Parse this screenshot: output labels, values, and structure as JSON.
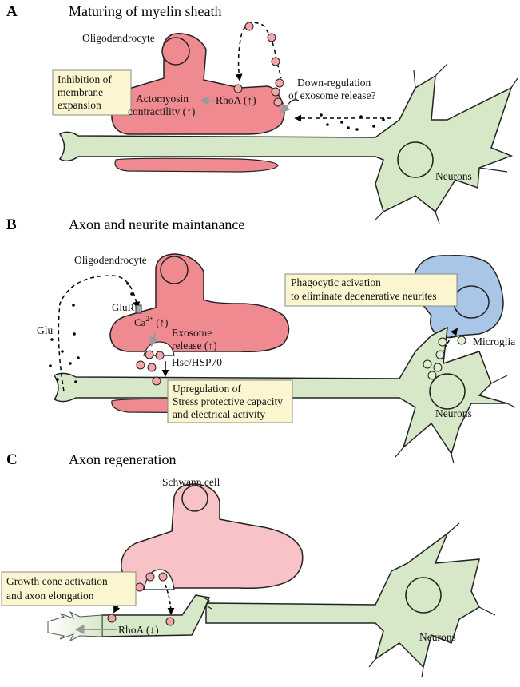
{
  "colors": {
    "oligodendrocyte": "#f08a91",
    "schwann": "#f7c3c6",
    "neuron": "#d6e8c8",
    "microglia": "#a9c6e6",
    "vesicle": "#f4a5a9",
    "vesicle_green": "#dff0cf",
    "callout": "#fbf6cf",
    "arrow_gray": "#9a9a9a"
  },
  "panelA": {
    "letter": "A",
    "title": "Maturing of myelin sheath",
    "cell_label": "Oligodendrocyte",
    "callout": [
      "Inhibition of",
      "membrane",
      "expansion"
    ],
    "actomyosin": [
      "Actomyosin",
      "contractility (↑)"
    ],
    "rhoa": "RhoA (↑)",
    "downreg": [
      "Down-regulation",
      "of exosome release?"
    ],
    "neurons": "Neurons"
  },
  "panelB": {
    "letter": "B",
    "title": "Axon and neurite maintanance",
    "cell_label": "Oligodendrocyte",
    "glu": "Glu",
    "glur": "GluR",
    "ca": "Ca",
    "ca_sup": "2+",
    "ca_rest": " (↑)",
    "exosome": [
      "Exosome",
      "release (↑)"
    ],
    "hsc": "Hsc/HSP70",
    "callout_top": [
      "Phagocytic acivation",
      "to eliminate dedenerative neurites"
    ],
    "callout_bottom": [
      "Upregulation of",
      "Stress protective capacity",
      "and electrical activity"
    ],
    "microglia": "Microglia",
    "neurons": "Neurons"
  },
  "panelC": {
    "letter": "C",
    "title": "Axon regeneration",
    "cell_label": "Schwann cell",
    "callout": [
      "Growth cone activation",
      "and axon elongation"
    ],
    "rhoa": "RhoA (↓)",
    "neurons": "Neurons"
  }
}
